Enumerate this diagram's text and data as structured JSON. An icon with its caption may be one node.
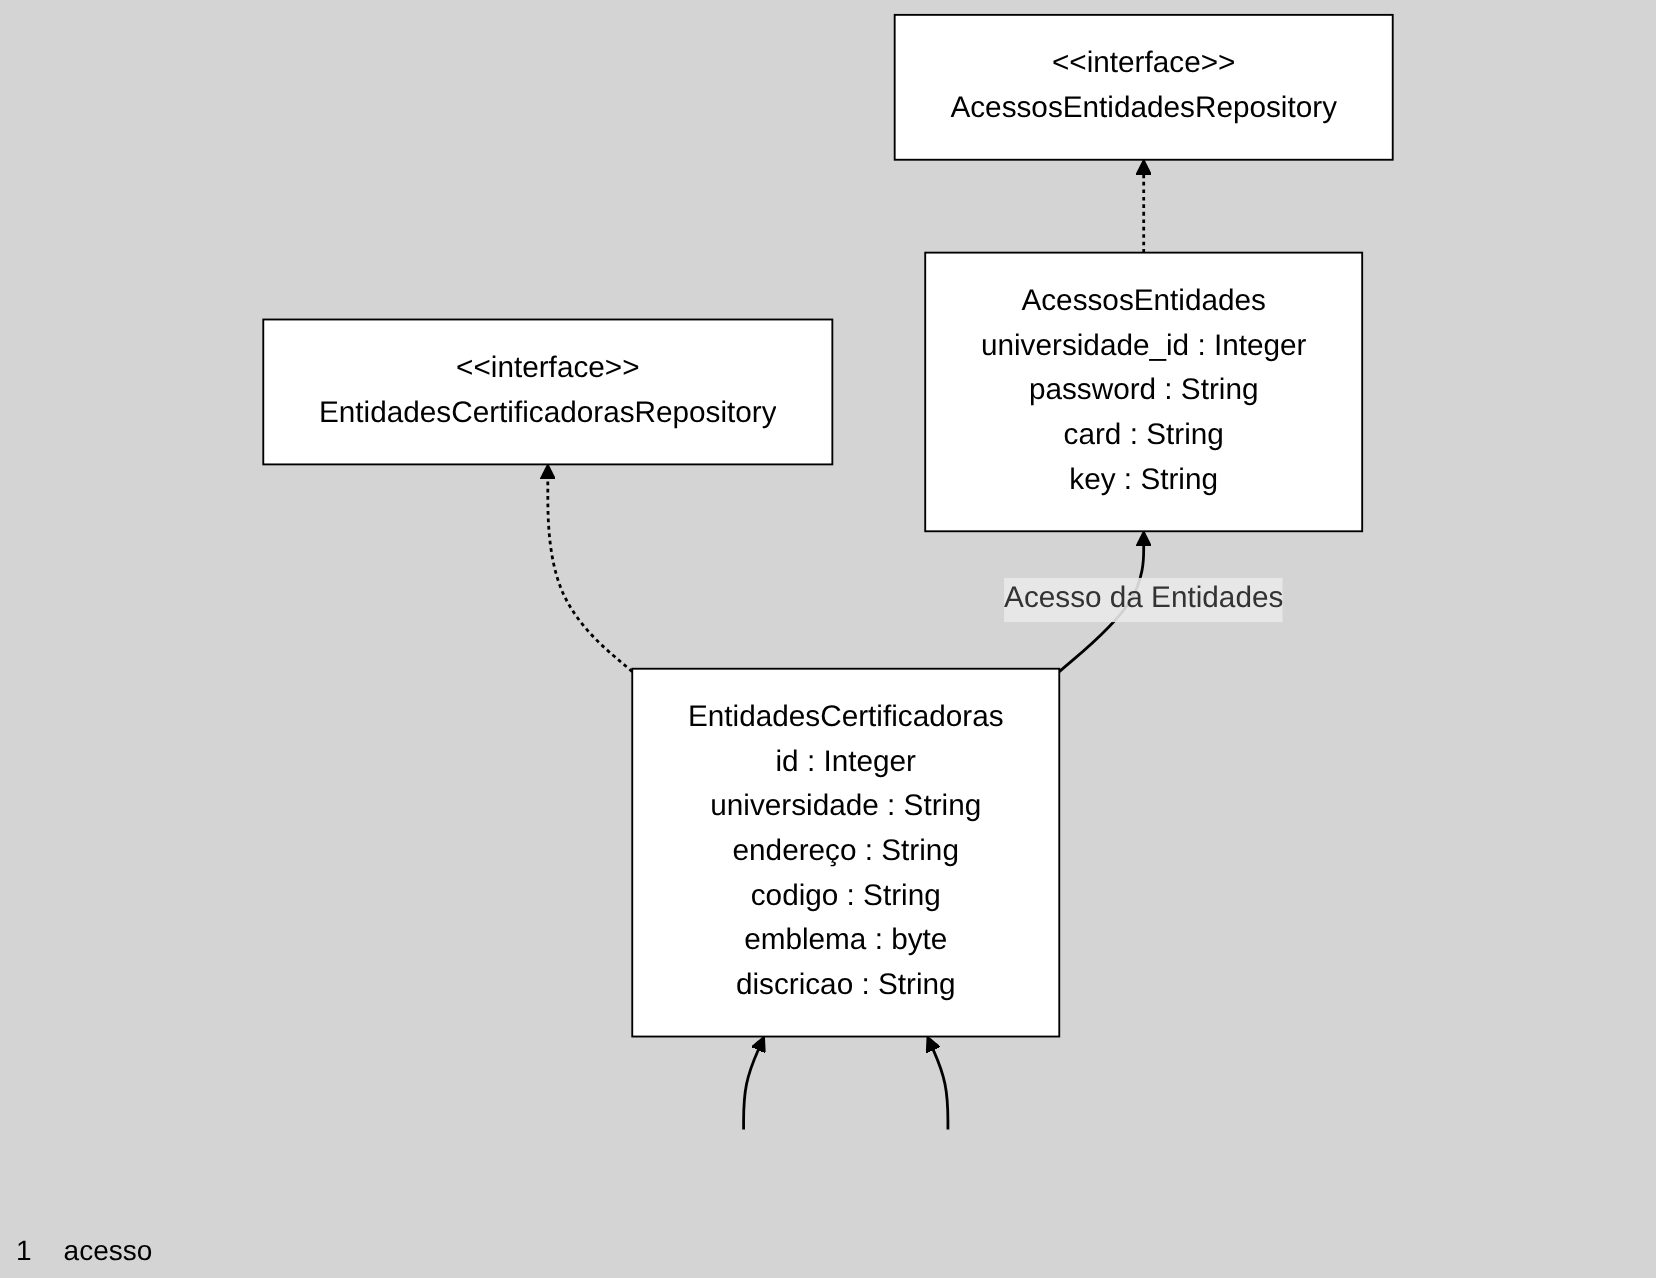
{
  "diagram": {
    "nodes": [
      {
        "text": [
          "<<interface>>",
          "AcessosEntidadesRepository"
        ]
      },
      {
        "text": [
          "<<interface>>",
          "EntidadesCertificadorasRepository"
        ]
      },
      {
        "text": [
          "AcessosEntidades",
          "universidade_id : Integer",
          "password : String",
          "card : String",
          "key : String"
        ]
      },
      {
        "text": [
          "EntidadesCertificadoras",
          "id : Integer",
          "universidade : String",
          "endereço : String",
          "codigo : String",
          "emblema : byte",
          "discricao : String"
        ]
      }
    ],
    "edges": [
      {
        "from": 2,
        "to": 0,
        "arrow": "to",
        "style": "dashed"
      },
      {
        "from": 3,
        "to": 1,
        "arrow": "to",
        "style": "dashed"
      },
      {
        "from": 3,
        "to": 2,
        "arrow": "to",
        "label": "Acesso da Entidades"
      },
      {
        "from": null,
        "to": 3,
        "arrow": "to"
      },
      {
        "from": null,
        "to": 3,
        "arrow": "to"
      }
    ],
    "labels": [
      "1",
      "acesso"
    ]
  }
}
